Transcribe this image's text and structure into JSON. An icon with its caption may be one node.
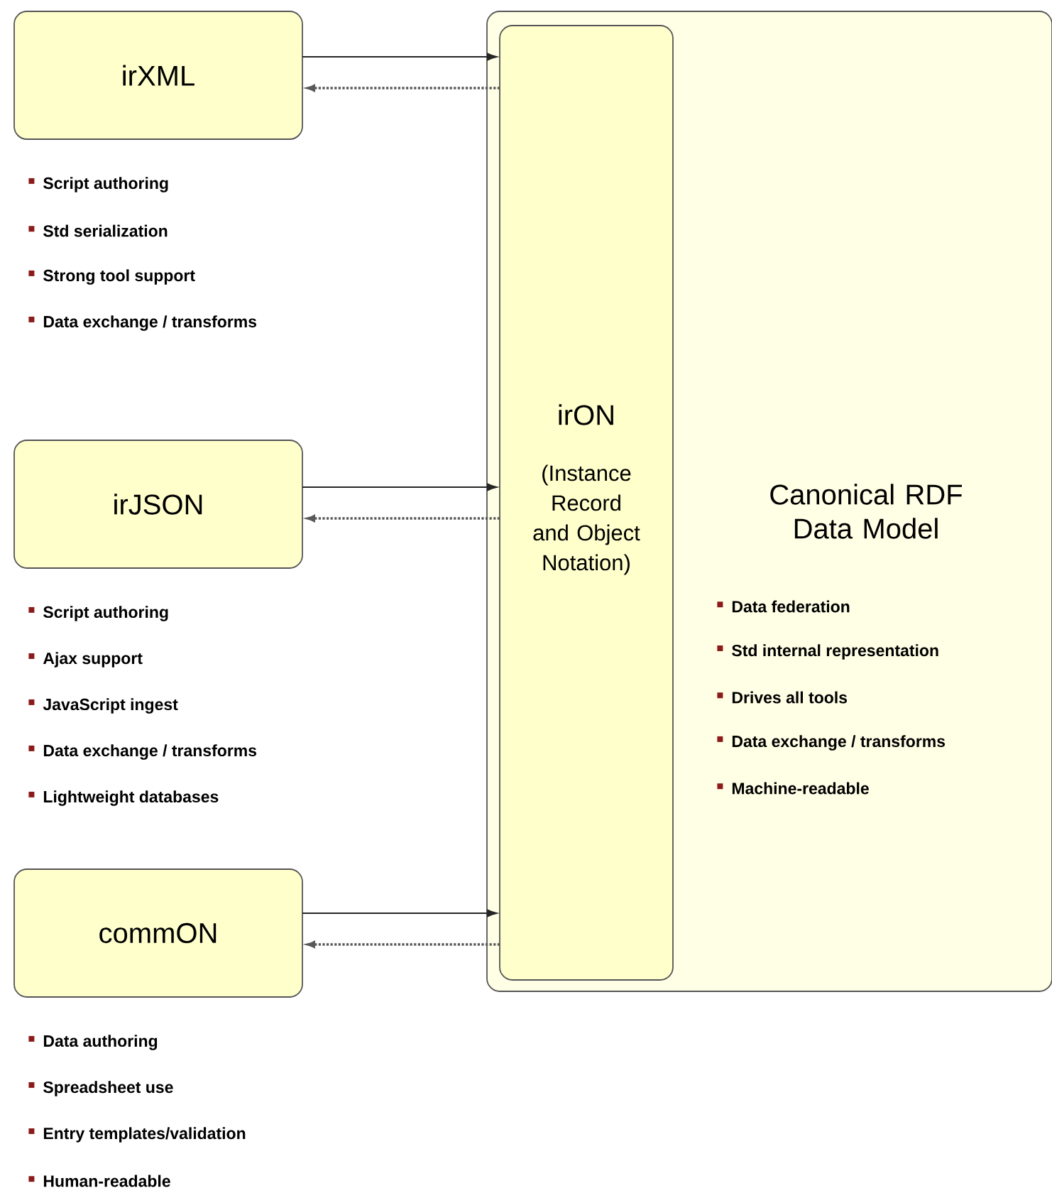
{
  "diagram": {
    "nodes": [
      {
        "text": [
          "irXML"
        ],
        "beside": [
          "Script authoring",
          "Std serialization",
          "Strong tool support",
          "Data exchange / transforms"
        ]
      },
      {
        "text": [
          "Canonical RDF Data Model",
          "Data federation",
          "Std internal representation",
          "Drives all tools",
          "Data exchange / transforms",
          "Machine-readable"
        ]
      },
      {
        "text": [
          "irON",
          "(Instance Record and Object Notation)"
        ],
        "in": 1
      },
      {
        "text": [
          "irJSON"
        ],
        "beside": [
          "Script authoring",
          "Ajax support",
          "JavaScript ingest",
          "Data exchange / transforms",
          "Lightweight databases"
        ]
      },
      {
        "text": [
          "commON"
        ],
        "beside": [
          "Data authoring",
          "Spreadsheet use",
          "Entry templates/validation",
          "Human-readable"
        ]
      }
    ],
    "edges": [
      {
        "from": 0,
        "to": 2,
        "arrow": "to"
      },
      {
        "from": 2,
        "to": 0,
        "arrow": "to",
        "style": "dashed"
      },
      {
        "from": 3,
        "to": 2,
        "arrow": "to"
      },
      {
        "from": 2,
        "to": 3,
        "arrow": "to",
        "style": "dashed"
      },
      {
        "from": 4,
        "to": 2,
        "arrow": "to"
      },
      {
        "from": 2,
        "to": 4,
        "arrow": "to",
        "style": "dashed"
      }
    ]
  }
}
